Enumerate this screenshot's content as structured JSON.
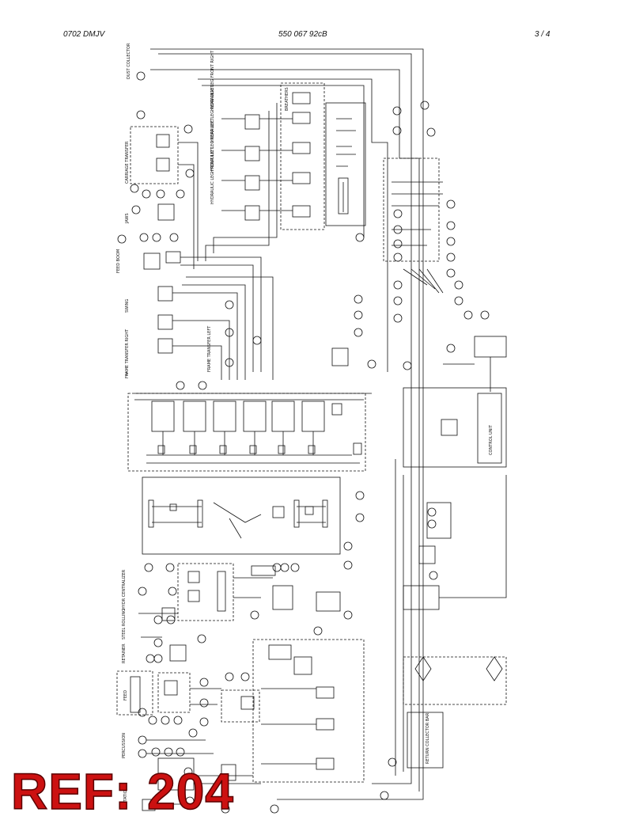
{
  "header": {
    "doc_code": "0702 DMJV",
    "part_number": "550 067 92cB",
    "page": "3 /  4"
  },
  "component_labels": {
    "dust_collector": "DUST COLLECTOR",
    "carriage_transfer": "CARRIAGE TRANSFER",
    "jaws": "JAWS",
    "feed_boom": "FEED BOOM",
    "frame_transfer_right": "FRAME TRANSFER RIGHT",
    "frame_transfer_left": "FRAME TRANSFER LEFT",
    "swing": "SWING",
    "hydr_centralizer": "HYDR CENTRALIZER",
    "steel_rolling": "STEEL ROLLING",
    "retainer": "RETAINER",
    "feed": "FEED",
    "percussion": "PERCUSSION",
    "rotation": "ROTATION",
    "control_unit": "CONTROL UNIT",
    "return_collector_bar": "RETURN COLLECTOR BAR",
    "hydraulic_leg_front_right": "HYDRAULIC LEG FRONT RIGHT",
    "hydraulic_leg_rear_right": "HYDRAULIC LEG REAR RIGHT",
    "hydraulic_leg_rear_left": "HYDRAULIC LEG REAR LEFT",
    "hydraulic_leg_front_left": "HYDRAULIC LEG FRONT LEFT",
    "breathers": "BREATHERS"
  },
  "stamp": "REF: 204"
}
